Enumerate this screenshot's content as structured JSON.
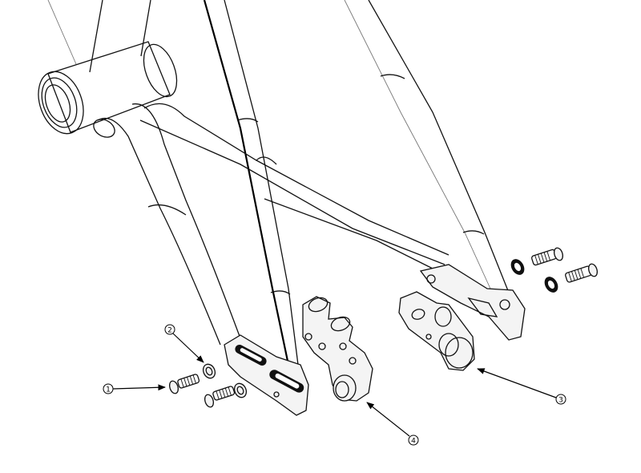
{
  "diagram": {
    "type": "exploded-assembly",
    "callouts": [
      {
        "id": "1",
        "label": "1"
      },
      {
        "id": "2",
        "label": "2"
      },
      {
        "id": "3",
        "label": "3"
      },
      {
        "id": "4",
        "label": "4"
      }
    ]
  }
}
